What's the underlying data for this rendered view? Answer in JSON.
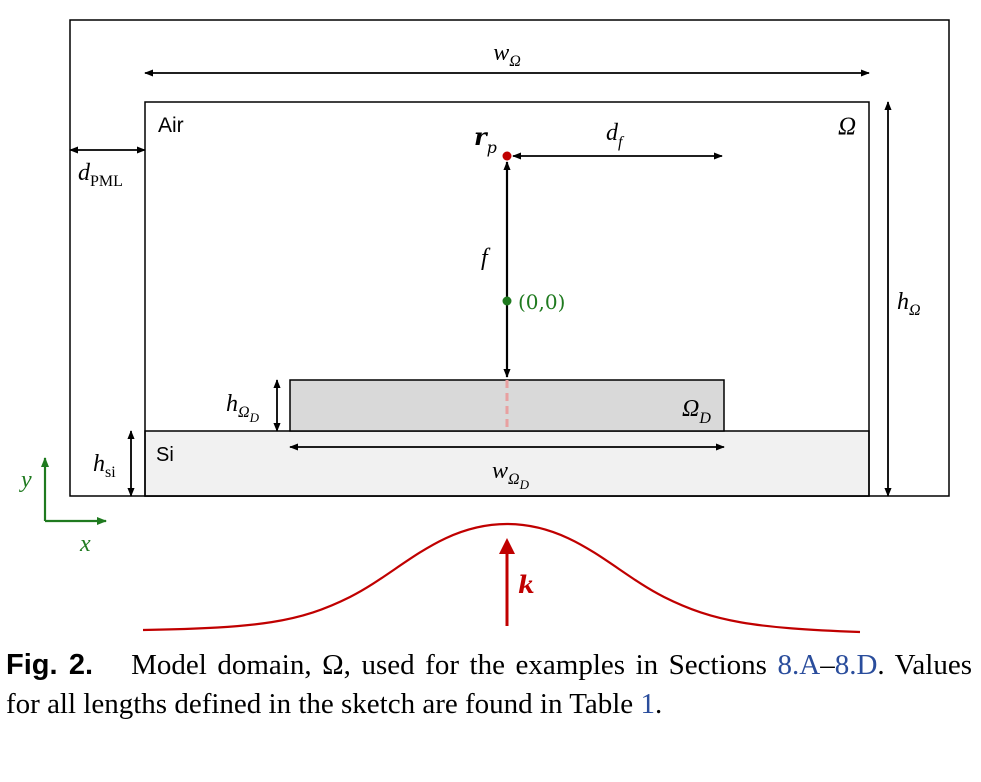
{
  "labels": {
    "w_omega": "w",
    "w_omega_sub": "Ω",
    "air": "Air",
    "omega": "Ω",
    "rp_main": "r",
    "rp_sub": "p",
    "df_main": "d",
    "df_sub": "f",
    "dpml_main": "d",
    "dpml_sub": "PML",
    "f": "f",
    "origin": "(0,0)",
    "h_omega": "h",
    "h_omega_sub": "Ω",
    "h_omegaD_main": "h",
    "h_omegaD_sub": "Ω",
    "h_omegaD_subsub": "D",
    "omegaD_main": "Ω",
    "omegaD_sub": "D",
    "si": "Si",
    "hsi_main": "h",
    "hsi_sub": "si",
    "w_omegaD_main": "w",
    "w_omegaD_sub": "Ω",
    "w_omegaD_subsub": "D",
    "axis_y": "y",
    "axis_x": "x",
    "k": "k"
  },
  "colors": {
    "line": "#000000",
    "substrate_fill": "#f1f1f1",
    "device_fill": "#d9d9d9",
    "point_rp": "#c00000",
    "origin": "#1f7a1f",
    "axes": "#1f7a1f",
    "beam": "#c00000",
    "dashed": "#e8a0a0",
    "link": "#2a4d9c"
  },
  "caption": {
    "label": "Fig. 2.",
    "text1": "Model domain, Ω, used for the examples in Sections ",
    "ref1": "8.A",
    "dash": "–",
    "ref2": "8.D",
    "text2": ". Values for all lengths defined in the sketch are found in Table ",
    "ref3": "1",
    "end": "."
  }
}
